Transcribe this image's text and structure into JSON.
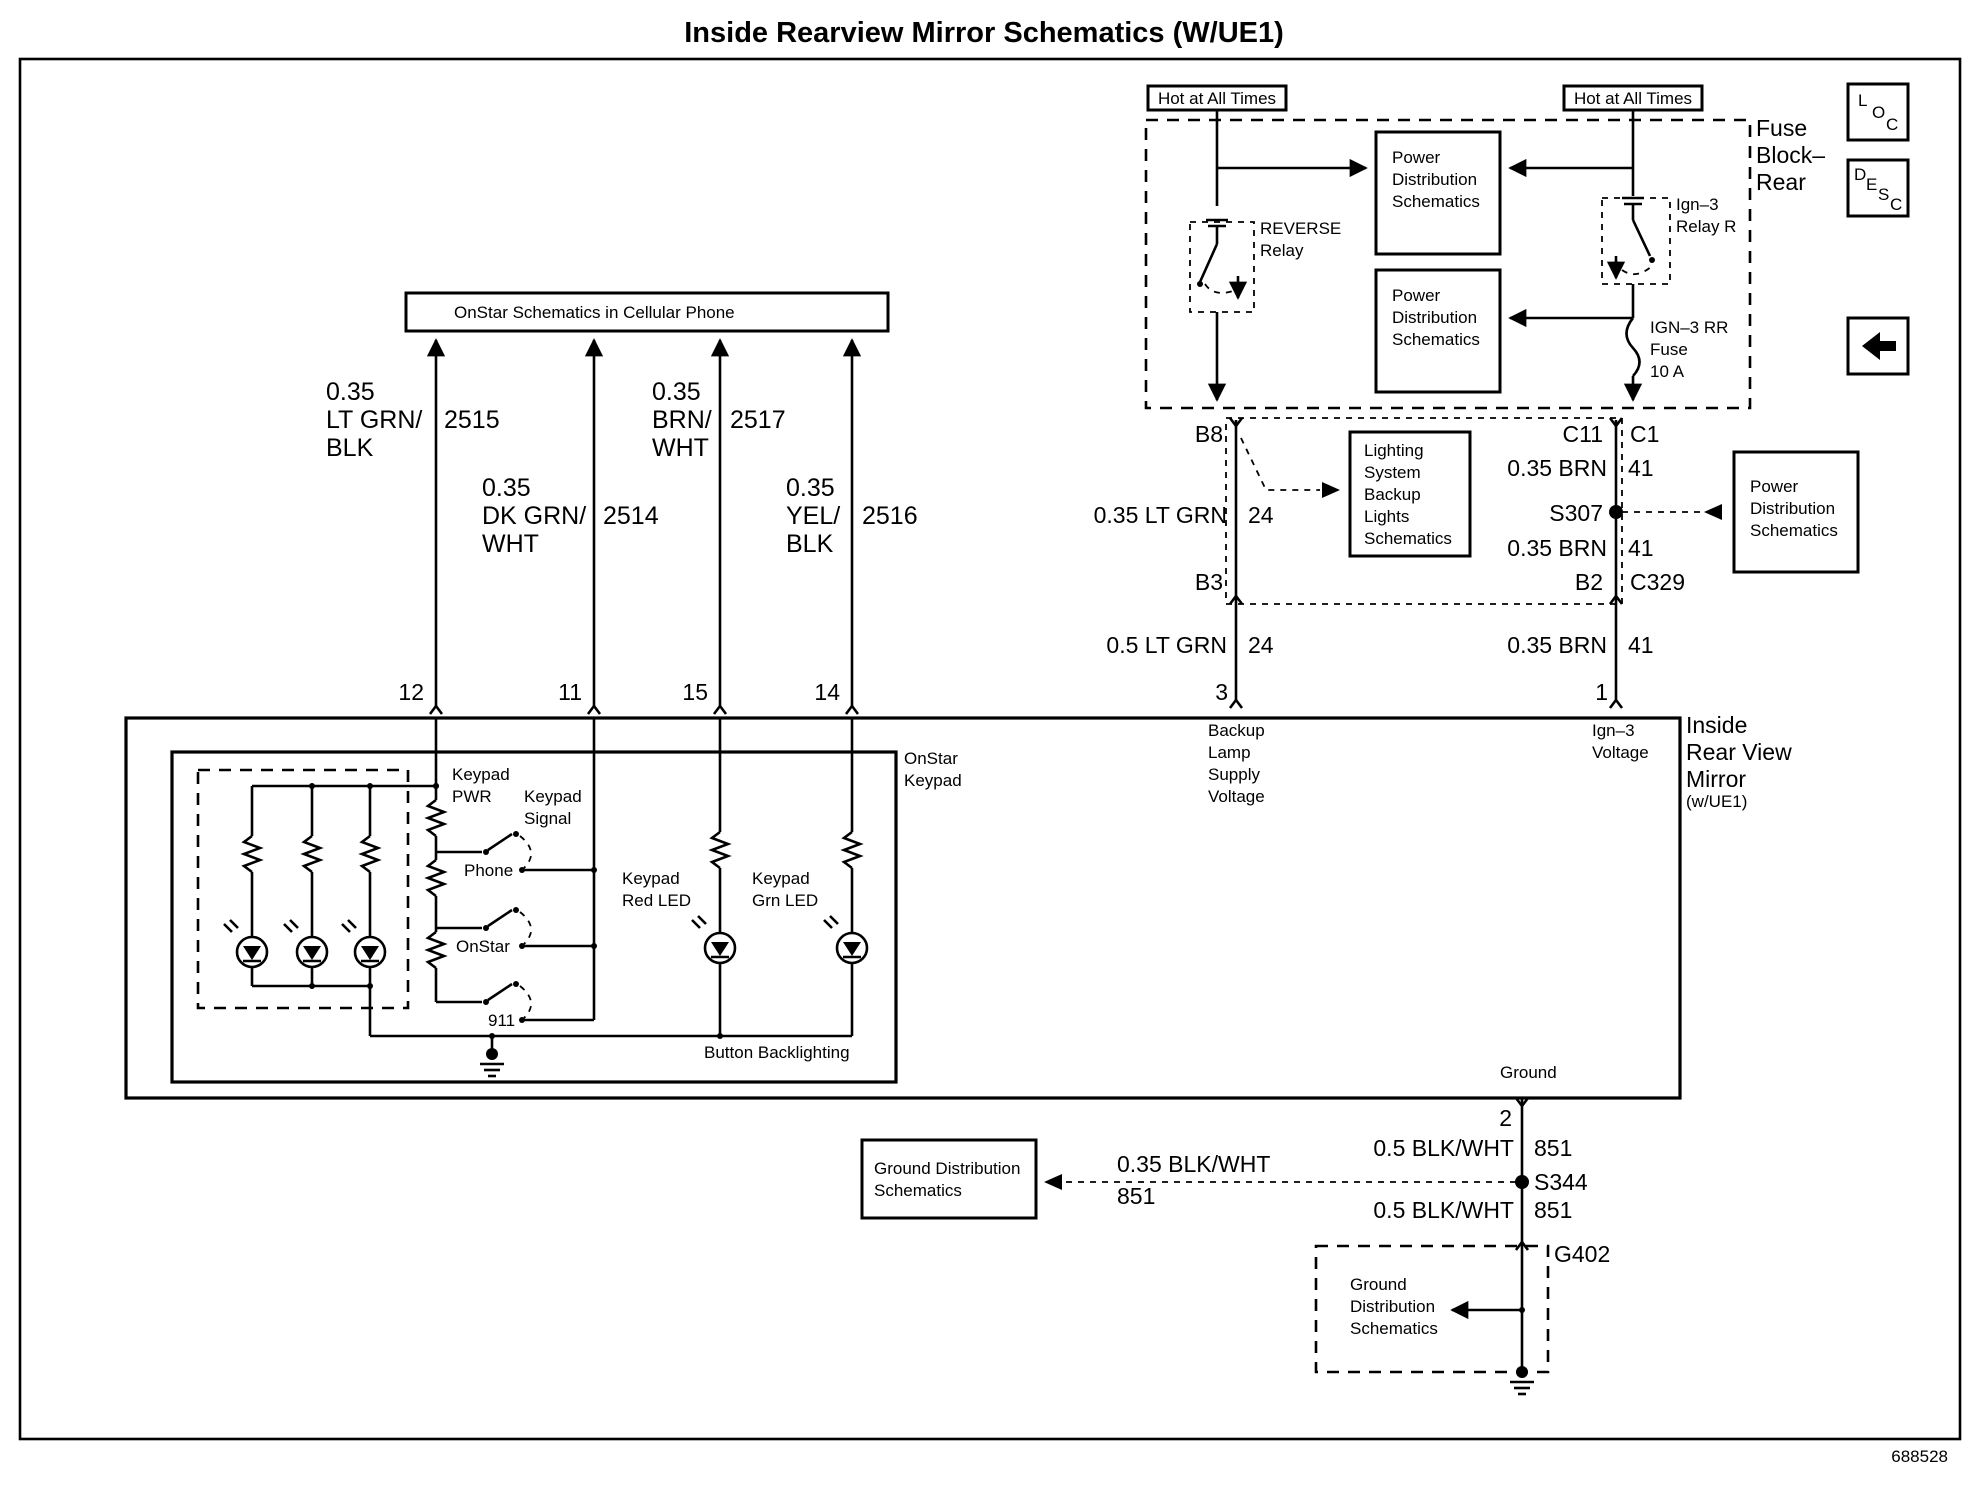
{
  "title": "Inside Rearview Mirror Schematics (W/UE1)",
  "figure_id": "688528",
  "nav": {
    "loc_l": "L",
    "loc_o": "O",
    "loc_c": "C",
    "desc_d": "D",
    "desc_e": "E",
    "desc_s": "S",
    "desc_c": "C"
  },
  "fuse_block": {
    "label_1": "Fuse",
    "label_2": "Block–",
    "label_3": "Rear",
    "hot_left": "Hot at All Times",
    "hot_right": "Hot at All Times",
    "pd_top_1": "Power",
    "pd_top_2": "Distribution",
    "pd_top_3": "Schematics",
    "pd_mid_1": "Power",
    "pd_mid_2": "Distribution",
    "pd_mid_3": "Schematics",
    "reverse_relay_1": "REVERSE",
    "reverse_relay_2": "Relay",
    "ign3_relay_1": "Ign–3",
    "ign3_relay_2": "Relay R",
    "fuse_1": "IGN–3 RR",
    "fuse_2": "Fuse",
    "fuse_3": "10 A"
  },
  "onstar_box": "OnStar Schematics in Cellular  Phone",
  "wires": {
    "w2515_size": "0.35",
    "w2515_color_1": "LT GRN/",
    "w2515_color_2": "BLK",
    "w2515_circuit": "2515",
    "w2514_size": "0.35",
    "w2514_color_1": "DK GRN/",
    "w2514_color_2": "WHT",
    "w2514_circuit": "2514",
    "w2517_size": "0.35",
    "w2517_color_1": "BRN/",
    "w2517_color_2": "WHT",
    "w2517_circuit": "2517",
    "w2516_size": "0.35",
    "w2516_color_1": "YEL/",
    "w2516_color_2": "BLK",
    "w2516_circuit": "2516"
  },
  "pins": {
    "p12": "12",
    "p11": "11",
    "p15": "15",
    "p14": "14",
    "p3": "3",
    "p1": "1",
    "p2": "2"
  },
  "connectors": {
    "b8": "B8",
    "c11": "C11",
    "c1": "C1",
    "b3": "B3",
    "b2": "B2",
    "c329": "C329",
    "s307": "S307",
    "s344": "S344",
    "g402": "G402"
  },
  "right_wires": {
    "lt_grn_24": "0.35 LT GRN",
    "c24a": "24",
    "lt_grn_05": "0.5 LT GRN",
    "c24b": "24",
    "brn_a": "0.35 BRN",
    "c41a": "41",
    "brn_b": "0.35 BRN",
    "c41b": "41",
    "brn_c": "0.35 BRN",
    "c41c": "41",
    "blkwht_a": "0.5 BLK/WHT",
    "c851a": "851",
    "blkwht_b": "0.5 BLK/WHT",
    "c851b": "851",
    "blkwht_c": "0.35 BLK/WHT",
    "c851c": "851"
  },
  "lighting_box": {
    "l1": "Lighting",
    "l2": "System",
    "l3": "Backup",
    "l4": "Lights",
    "l5": "Schematics"
  },
  "pd_right": {
    "l1": "Power",
    "l2": "Distribution",
    "l3": "Schematics"
  },
  "ground_box": {
    "l1": "Ground Distribution",
    "l2": "Schematics"
  },
  "ground_dist": {
    "l1": "Ground",
    "l2": "Distribution",
    "l3": "Schematics"
  },
  "mirror": {
    "label_1": "Inside",
    "label_2": "Rear View",
    "label_3": "Mirror",
    "label_4": "(w/UE1)",
    "onstar_keypad_1": "OnStar",
    "onstar_keypad_2": "Keypad",
    "keypad_pwr_1": "Keypad",
    "keypad_pwr_2": "PWR",
    "keypad_signal_1": "Keypad",
    "keypad_signal_2": "Signal",
    "phone": "Phone",
    "onstar": "OnStar",
    "nine11": "911",
    "red_led_1": "Keypad",
    "red_led_2": "Red LED",
    "grn_led_1": "Keypad",
    "grn_led_2": "Grn LED",
    "backlighting": "Button Backlighting",
    "backup_1": "Backup",
    "backup_2": "Lamp",
    "backup_3": "Supply",
    "backup_4": "Voltage",
    "ign3_1": "Ign–3",
    "ign3_2": "Voltage",
    "ground": "Ground"
  }
}
